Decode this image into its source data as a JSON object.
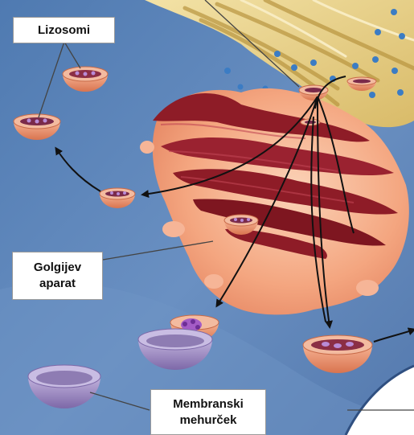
{
  "labels": {
    "lysosomes": "Lizosomi",
    "golgi_line1": "Golgijev",
    "golgi_line2": "aparat",
    "vesicle_line1": "Membranski",
    "vesicle_line2": "mehurček"
  },
  "colors": {
    "cytoplasm": "#5b84ba",
    "er": "#e7d08a",
    "golgi_body": "#f5a981",
    "cisternae": "#8e1c27",
    "vesicle_orange": "#ee9a74",
    "vesicle_purple": "#a592c3",
    "arrow": "#111111"
  }
}
